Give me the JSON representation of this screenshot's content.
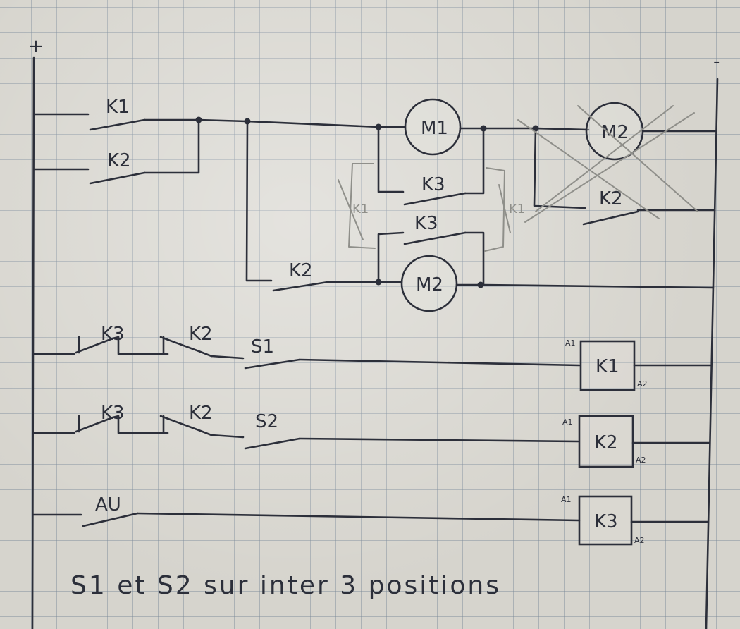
{
  "rails": {
    "plus": "+",
    "minus": "-"
  },
  "power": {
    "contact_k1": "K1",
    "contact_k2": "K2",
    "motor_m1": "M1",
    "motor_m2_crossed": "M2",
    "contact_k2_crossed": "K2",
    "contact_k3_upper": "K3",
    "contact_k3_lower": "K3",
    "pencil_k1_left": "K1",
    "pencil_k1_right": "K1",
    "contact_k2_branch": "K2",
    "motor_m2": "M2"
  },
  "control": [
    {
      "contacts": [
        "K3",
        "K2",
        "S1"
      ],
      "coil": "K1",
      "a1": "A1",
      "a2": "A2"
    },
    {
      "contacts": [
        "K3",
        "K2",
        "S2"
      ],
      "coil": "K2",
      "a1": "A1",
      "a2": "A2"
    },
    {
      "contacts": [
        "AU"
      ],
      "coil": "K3",
      "a1": "A1",
      "a2": "A2"
    }
  ],
  "notes": {
    "line1": "S1 et S2 sur inter 3 positions"
  },
  "colors": {
    "ink": "#2c2f3a",
    "pencil": "#8f8f8a",
    "paper": "#d6d4cd",
    "grid": "#7887966b"
  }
}
